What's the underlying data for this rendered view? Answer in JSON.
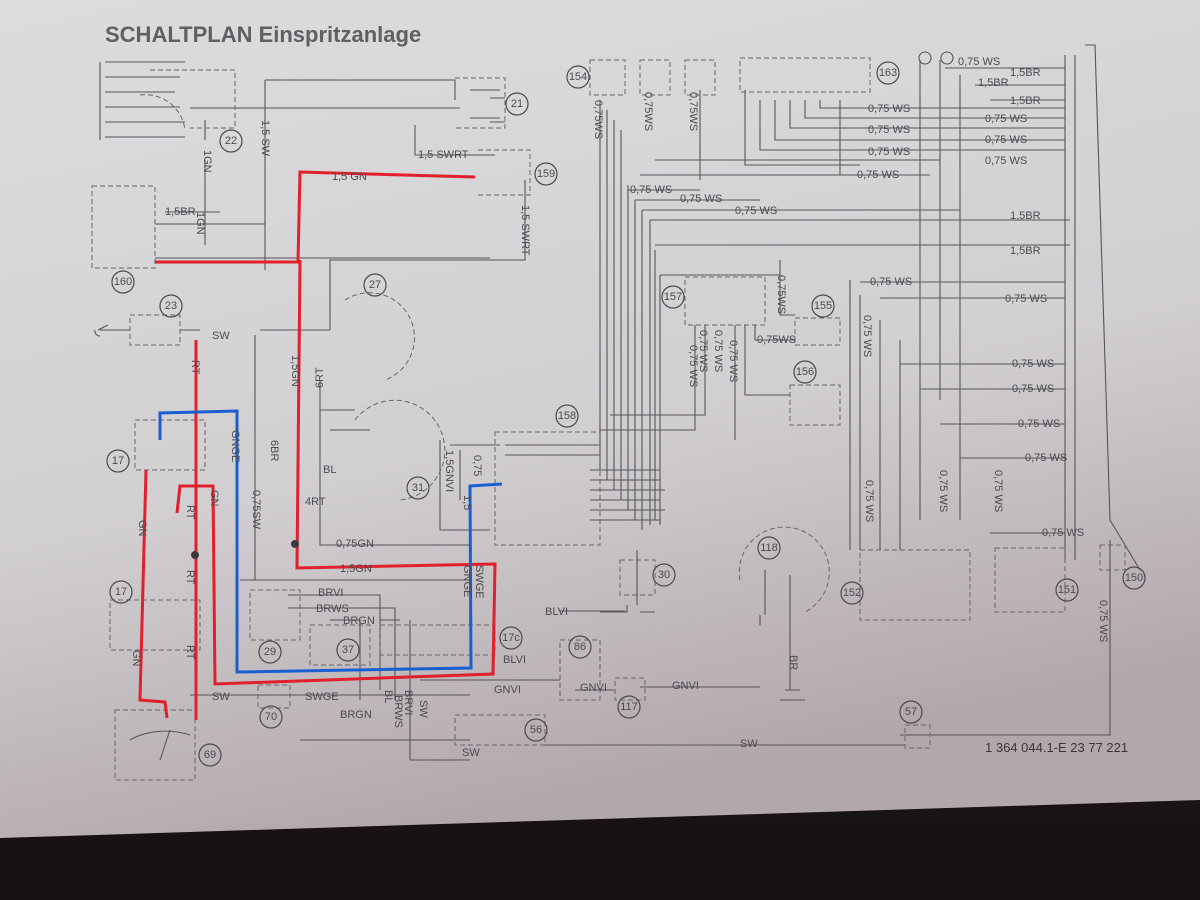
{
  "title": "SCHALTPLAN Einspritzanlage",
  "drawing_number": "1 364 044.1-E 23 77 221",
  "highlight_colors": {
    "red": "#e0202c",
    "blue": "#1a5fd0"
  },
  "components": [
    "22",
    "21",
    "154",
    "163",
    "159",
    "160",
    "27",
    "23",
    "17",
    "31",
    "158",
    "157",
    "155",
    "156",
    "118",
    "30",
    "152",
    "151",
    "150",
    "17",
    "29",
    "37",
    "17c",
    "86",
    "70",
    "117",
    "56",
    "57",
    "69"
  ],
  "wire_labels": [
    "1,5 SW",
    "1,5 SWRT",
    "1,5 GN",
    "1,5 SWRT",
    "1GN",
    "1,5BR",
    "1GN",
    "SW",
    "0,75SW",
    "GNGE",
    "6BR",
    "BL",
    "4RT",
    "6RT",
    "1,5GN",
    "0,75GN",
    "1,5GN",
    "BRVI",
    "BRWS",
    "BRGN",
    "1,5GNVI",
    "0,75",
    "1,5",
    "SWGE",
    "GNGE",
    "BLVI",
    "BLVI",
    "SW",
    "SWGE",
    "GNVI",
    "GNVI",
    "GNVI",
    "BRGN",
    "SW",
    "SW",
    "BR",
    "0,75 WS",
    "RT",
    "GN",
    "RT",
    "GN",
    "RT",
    "GN",
    "RT",
    "0,75 WS",
    "0,75 WS",
    "0,75 WS",
    "0,75 WS",
    "0,75 WS",
    "0,75 WS",
    "0,75 WS",
    "0,75 WS",
    "0,75 WS",
    "0,75 WS",
    "0,75 WS",
    "1,5BR",
    "1,5BR",
    "1,5BR",
    "1,5BR",
    "1,5BR",
    "0,75 WS",
    "0,75 WS",
    "0,75WS",
    "0,75 WS",
    "0,75WS",
    "0,75 WS",
    "0,75 WS",
    "0,75 WS",
    "0,75 WS",
    "0,75 WS",
    "0,75 WS",
    "0,75 WS",
    "0,75 WS",
    "0,75WS",
    "0,75WS",
    "0,75WS",
    "0,75 WS",
    "0,75 WS",
    "0,75 WS",
    "0,75 WS",
    "SW",
    "BRVI",
    "BRWS",
    "BL"
  ]
}
